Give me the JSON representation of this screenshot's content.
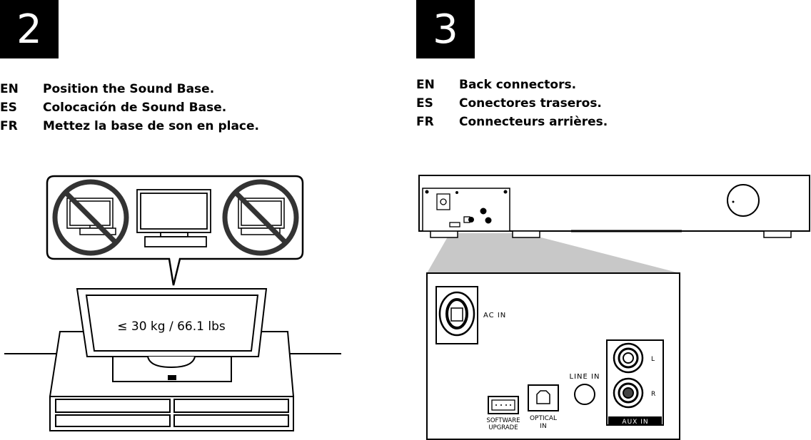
{
  "steps": [
    {
      "number": "2",
      "instructions": [
        {
          "lang": "EN",
          "text": "Position the Sound Base."
        },
        {
          "lang": "ES",
          "text": "Colocación de Sound Base."
        },
        {
          "lang": "FR",
          "text": "Mettez la base de son en place."
        }
      ],
      "weight_label": "≤ 30 kg / 66.1 lbs"
    },
    {
      "number": "3",
      "instructions": [
        {
          "lang": "EN",
          "text": "Back connectors."
        },
        {
          "lang": "ES",
          "text": "Conectores traseros."
        },
        {
          "lang": "FR",
          "text": "Connecteurs arrières."
        }
      ],
      "connectors": {
        "ac_in": "AC IN",
        "line_in": "LINE IN",
        "software_upgrade_line1": "SOFTWARE",
        "software_upgrade_line2": "UPGRADE",
        "optical_line1": "OPTICAL",
        "optical_line2": "IN",
        "aux_l": "L",
        "aux_r": "R",
        "aux_in": "AUX IN"
      }
    }
  ]
}
